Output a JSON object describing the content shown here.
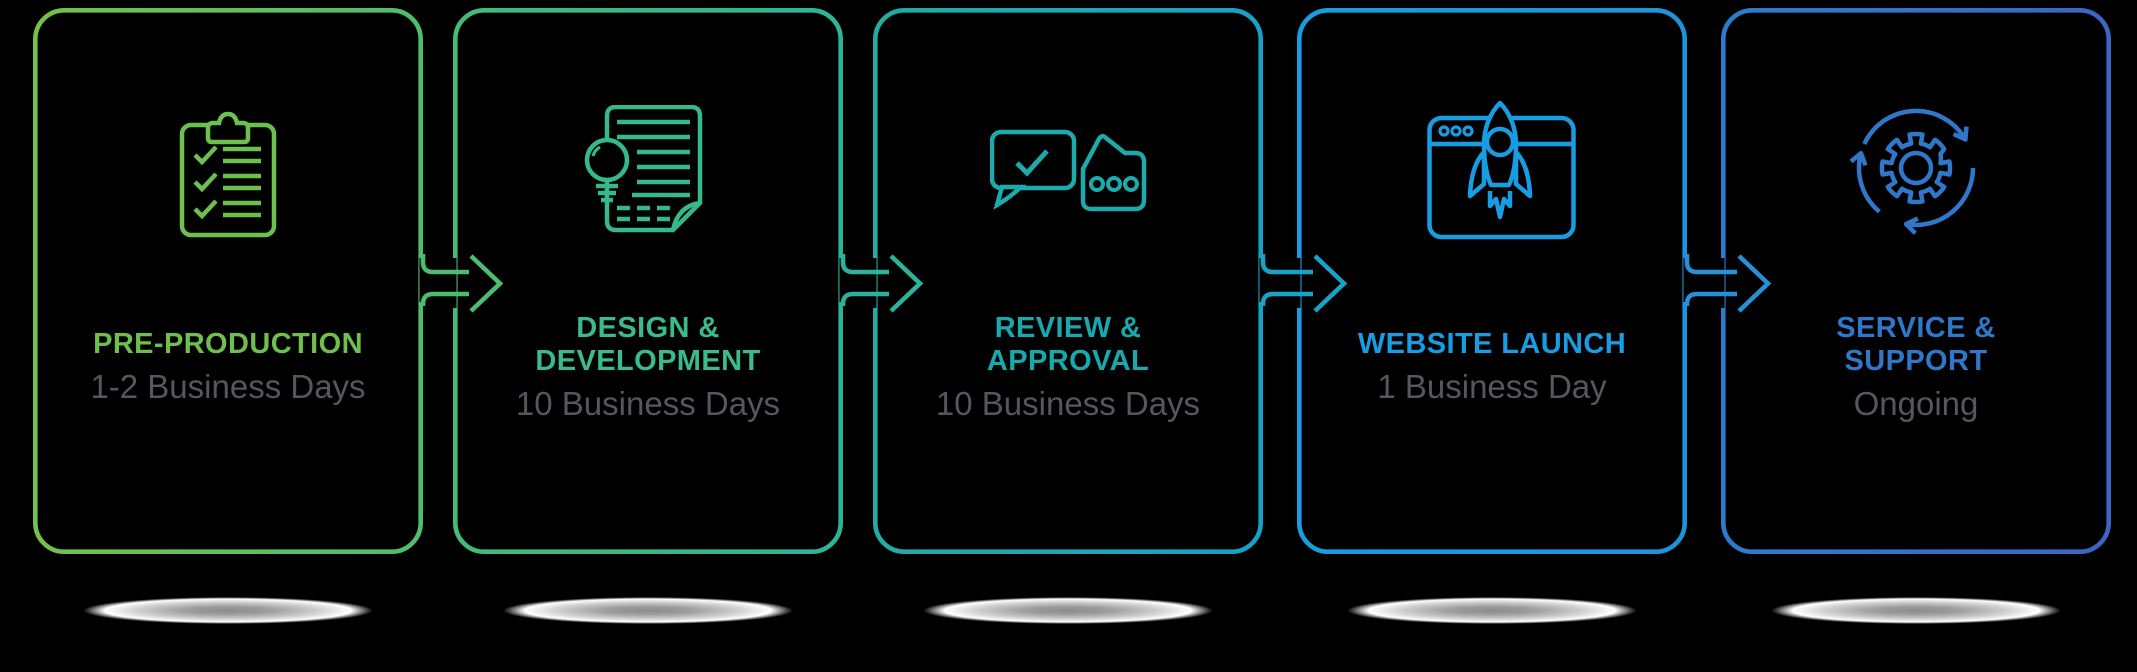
{
  "background_color": "#000000",
  "subtitle_color": "#55575d",
  "shadow_color_center": "#8c8c8c",
  "shadow_color_edge": "#ffffff",
  "cards": [
    {
      "title_lines": [
        "PRE-PRODUCTION"
      ],
      "subtitle": "1-2 Business Days",
      "icon": "clipboard-checklist-icon",
      "accent": "#6fbf4e",
      "border_gradient": [
        "#74c14b",
        "#4fbc6e"
      ]
    },
    {
      "title_lines": [
        "DESIGN &",
        "DEVELOPMENT"
      ],
      "subtitle": "10 Business Days",
      "icon": "document-lightbulb-icon",
      "accent": "#3bbb8d",
      "border_gradient": [
        "#43bb79",
        "#2db497"
      ]
    },
    {
      "title_lines": [
        "REVIEW &",
        "APPROVAL"
      ],
      "subtitle": "10 Business Days",
      "icon": "chat-approval-icon",
      "accent": "#17a9ad",
      "border_gradient": [
        "#23aca3",
        "#18a0c8"
      ]
    },
    {
      "title_lines": [
        "WEBSITE LAUNCH"
      ],
      "subtitle": "1 Business Day",
      "icon": "browser-rocket-icon",
      "accent": "#189de2",
      "border_gradient": [
        "#169ee3",
        "#1e93dc"
      ]
    },
    {
      "title_lines": [
        "SERVICE &",
        "SUPPORT"
      ],
      "subtitle": "Ongoing",
      "icon": "gear-sync-icon",
      "accent": "#3077ca",
      "border_gradient": [
        "#2d7bcf",
        "#3b66c2"
      ]
    }
  ],
  "connectors": [
    {
      "direction": "right",
      "color": "#4dbc70"
    },
    {
      "direction": "right",
      "color": "#2bb29b"
    },
    {
      "direction": "right",
      "color": "#18a2c6"
    },
    {
      "direction": "right",
      "color": "#2491d9"
    }
  ]
}
